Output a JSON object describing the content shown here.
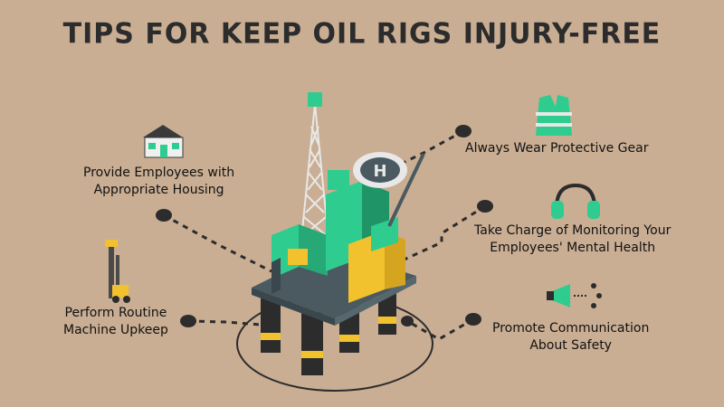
{
  "title": "TIPS FOR KEEP OIL RIGS INJURY-FREE",
  "tips": {
    "housing": {
      "line1": "Provide Employees with",
      "line2": "Appropriate Housing",
      "icon": "house-icon"
    },
    "machine": {
      "line1": "Perform Routine",
      "line2": "Machine Upkeep",
      "icon": "drill-machine-icon"
    },
    "gear": {
      "line1": "Always Wear Protective Gear",
      "icon": "safety-vest-icon"
    },
    "mental": {
      "line1": "Take Charge of Monitoring Your",
      "line2": "Employees' Mental Health",
      "icon": "headphones-icon"
    },
    "communication": {
      "line1": "Promote Communication",
      "line2": "About Safety",
      "icon": "megaphone-icon"
    }
  },
  "colors": {
    "background": "#c9ae93",
    "accent_green": "#2ecc8f",
    "accent_yellow": "#f2c12e",
    "platform_gray": "#4a5a60",
    "dark": "#2c2c2c"
  }
}
